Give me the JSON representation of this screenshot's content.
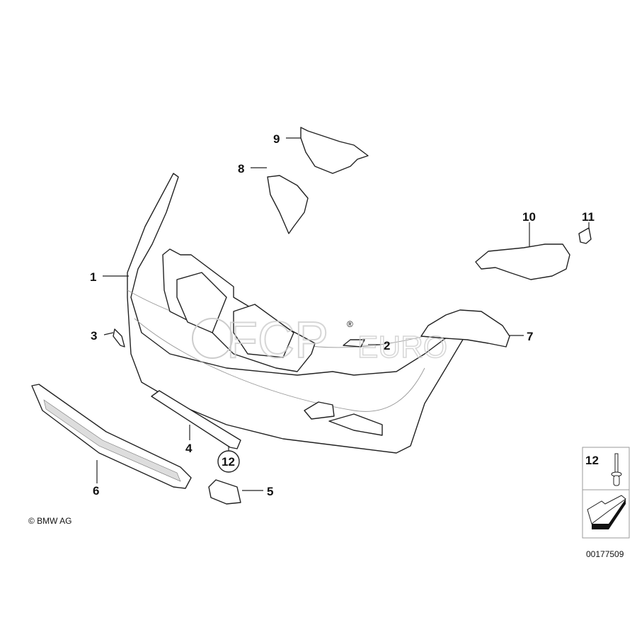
{
  "diagram": {
    "callouts": [
      "1",
      "2",
      "3",
      "4",
      "5",
      "6",
      "7",
      "8",
      "9",
      "10",
      "11",
      "12"
    ],
    "circled_callout": "12",
    "legend_box": {
      "label": "12"
    },
    "copyright": "© BMW AG",
    "drawing_number": "00177509",
    "watermark": {
      "brand": "FCP",
      "suffix": "EURO",
      "registered": "®"
    }
  }
}
